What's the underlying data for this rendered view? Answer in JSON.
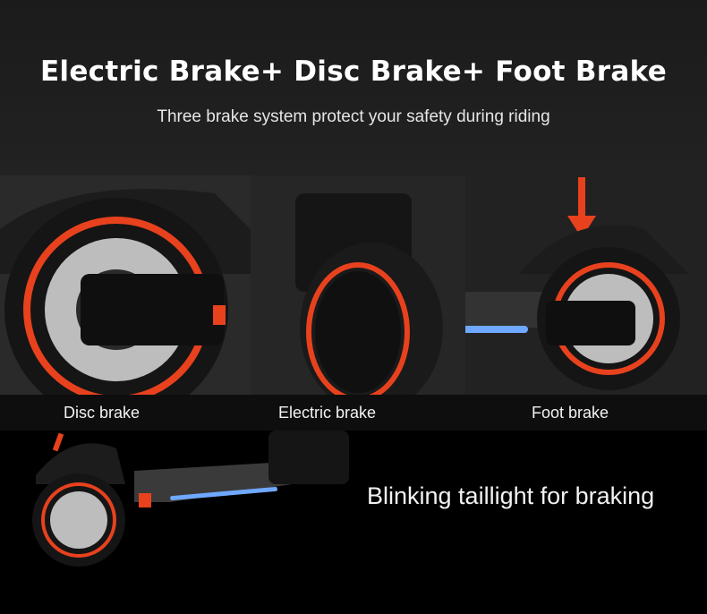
{
  "header": {
    "title": "Electric Brake+  Disc Brake+  Foot Brake",
    "subtitle": "Three brake system protect your safety during riding"
  },
  "panels": [
    {
      "label": "Disc brake"
    },
    {
      "label": "Electric brake"
    },
    {
      "label": "Foot brake"
    }
  ],
  "bottom": {
    "caption": "Blinking taillight for braking"
  },
  "colors": {
    "accent": "#e8411e",
    "led": "#6fa8ff"
  }
}
